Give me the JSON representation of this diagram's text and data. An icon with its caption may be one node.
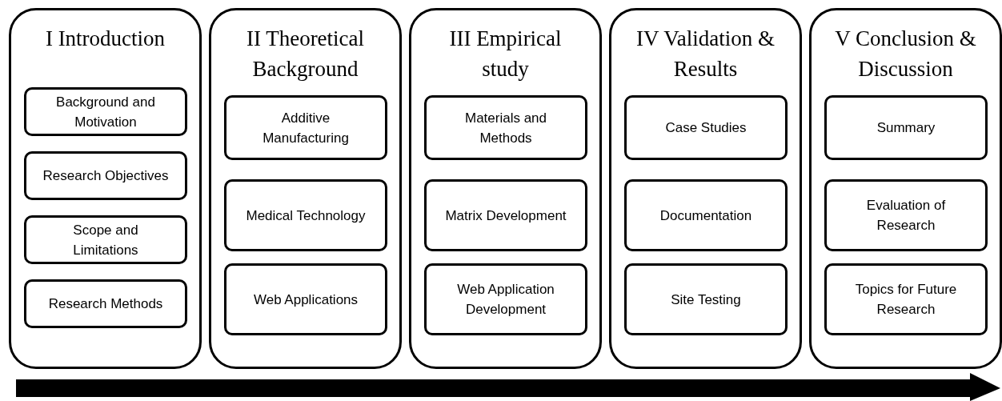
{
  "diagram": {
    "nodes": [
      {
        "text": [
          "I Introduction"
        ]
      },
      {
        "text": [
          "Background and Motivation"
        ],
        "in": 0
      },
      {
        "text": [
          "Research Objectives"
        ],
        "in": 0
      },
      {
        "text": [
          "Scope and Limitations"
        ],
        "in": 0
      },
      {
        "text": [
          "Research Methods"
        ],
        "in": 0
      },
      {
        "text": [
          "II Theoretical Background"
        ]
      },
      {
        "text": [
          "Additive Manufacturing"
        ],
        "in": 5
      },
      {
        "text": [
          "Medical Technology"
        ],
        "in": 5
      },
      {
        "text": [
          "Web Applications"
        ],
        "in": 5
      },
      {
        "text": [
          "III Empirical study"
        ]
      },
      {
        "text": [
          "Materials and Methods"
        ],
        "in": 9
      },
      {
        "text": [
          "Matrix Development"
        ],
        "in": 9
      },
      {
        "text": [
          "Web Application Development"
        ],
        "in": 9
      },
      {
        "text": [
          "IV Validation & Results"
        ]
      },
      {
        "text": [
          "Case Studies"
        ],
        "in": 13
      },
      {
        "text": [
          "Documentation"
        ],
        "in": 13
      },
      {
        "text": [
          "Site Testing"
        ],
        "in": 13
      },
      {
        "text": [
          "V Conclusion & Discussion"
        ]
      },
      {
        "text": [
          "Summary"
        ],
        "in": 17
      },
      {
        "text": [
          "Evaluation of Research"
        ],
        "in": 17
      },
      {
        "text": [
          "Topics for Future Research"
        ],
        "in": 17
      }
    ]
  }
}
